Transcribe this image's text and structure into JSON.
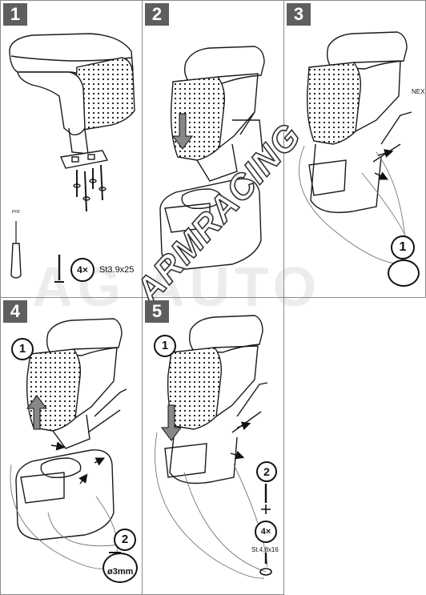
{
  "steps": [
    {
      "number": "1"
    },
    {
      "number": "2"
    },
    {
      "number": "3"
    },
    {
      "number": "4"
    },
    {
      "number": "5"
    }
  ],
  "step1": {
    "screwdriver_label": "PH2",
    "quantity": "4×",
    "screw_spec": "St3.9x25"
  },
  "step3": {
    "edge_text": "NEX",
    "substep": "1"
  },
  "step4": {
    "substep_1": "1",
    "substep_2": "2",
    "drill_size": "ø3mm"
  },
  "step5": {
    "substep_1": "1",
    "substep_2": "2",
    "quantity": "4×",
    "screw_spec": "St.4,8x16"
  },
  "watermark": {
    "brand": "ARMRACING",
    "background_text": "AG AUTO"
  },
  "colors": {
    "step_badge": "#5e5e5e",
    "line": "#1a1a1a",
    "guide_line": "#777777"
  }
}
